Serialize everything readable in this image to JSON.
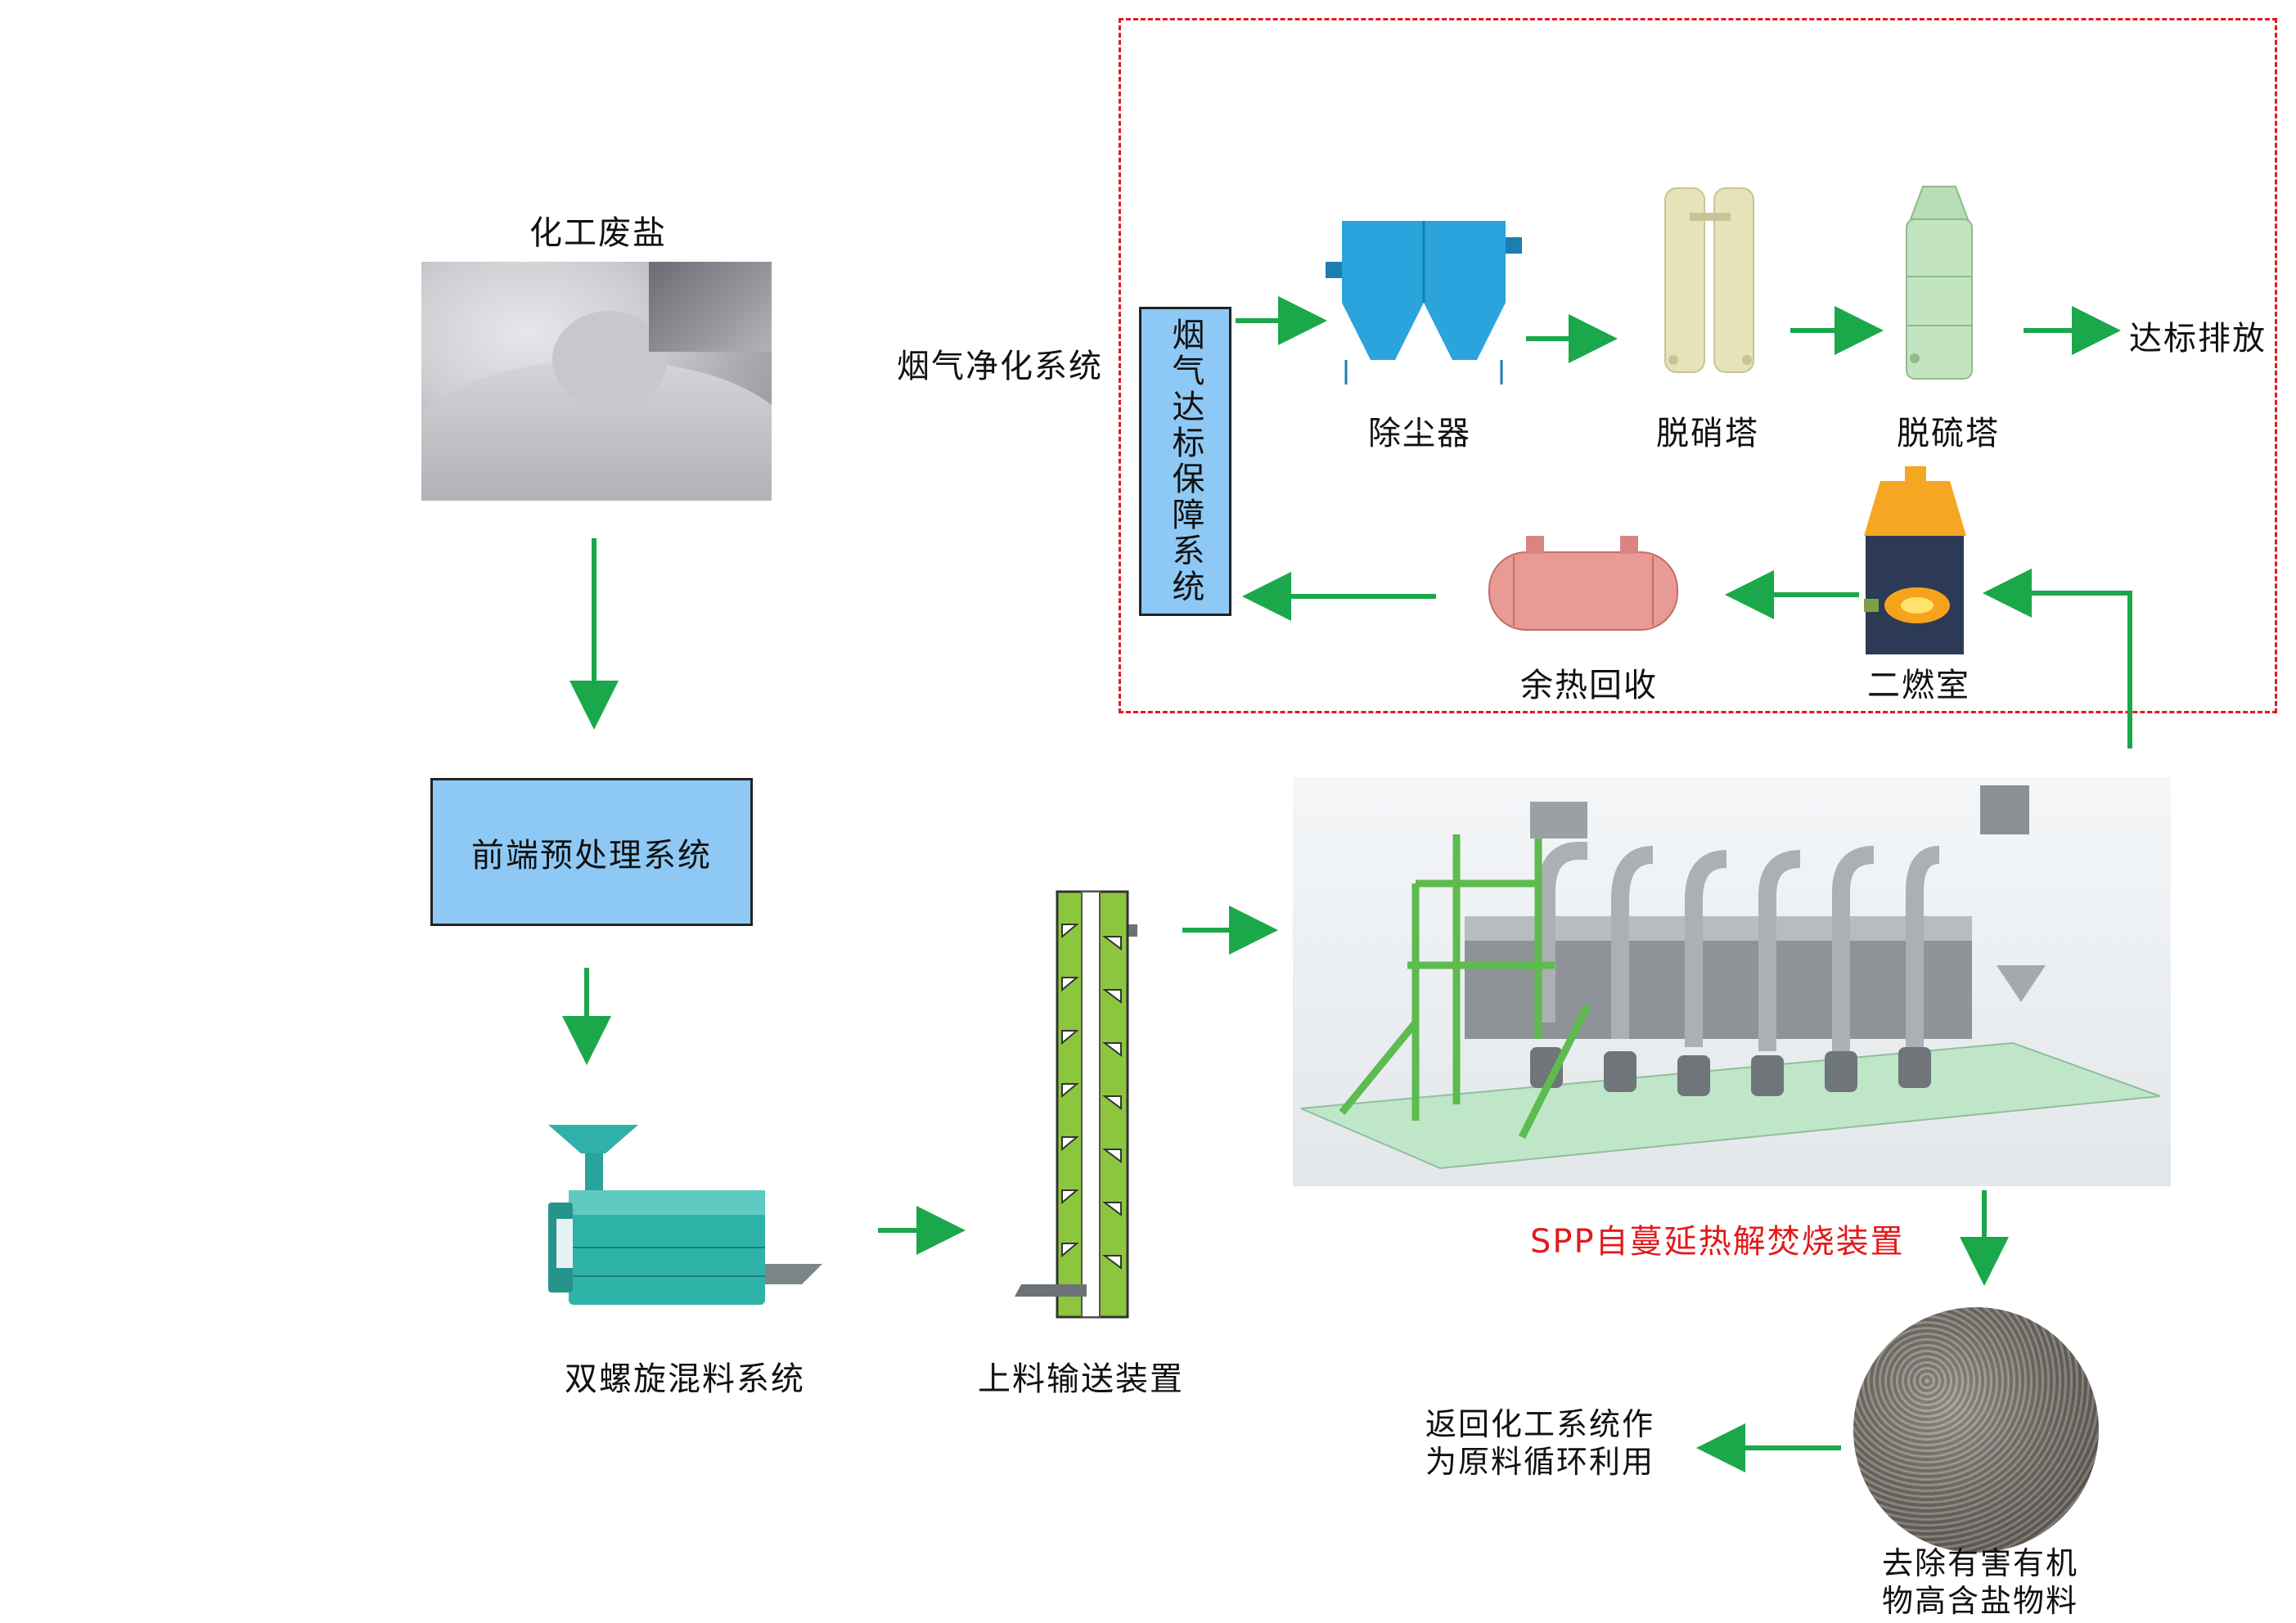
{
  "labels": {
    "waste_salt": "化工废盐",
    "pretreatment": "前端预处理系统",
    "mixing": "双螺旋混料系统",
    "conveyor": "上料输送装置",
    "furnace": "SPP自蔓延热解焚烧装置",
    "flue_gas_system": "烟气净化系统",
    "guarantee_system": "烟气达标保障系统",
    "dust_remover": "除尘器",
    "denitration": "脱硝塔",
    "desulfurization": "脱硫塔",
    "emission": "达标排放",
    "heat_recovery": "余热回收",
    "secondary_chamber": "二燃室",
    "product": "去除有害有机物高含盐物料",
    "product_line1": "去除有害有机",
    "product_line2": "物高含盐物料",
    "recycle_line1": "返回化工系统作",
    "recycle_line2": "为原料循环利用"
  },
  "colors": {
    "arrow": "#1aa84a",
    "box_fill": "#8ec9f5",
    "dashed_border": "#e21b1b",
    "furnace_label": "#e21b1b"
  }
}
